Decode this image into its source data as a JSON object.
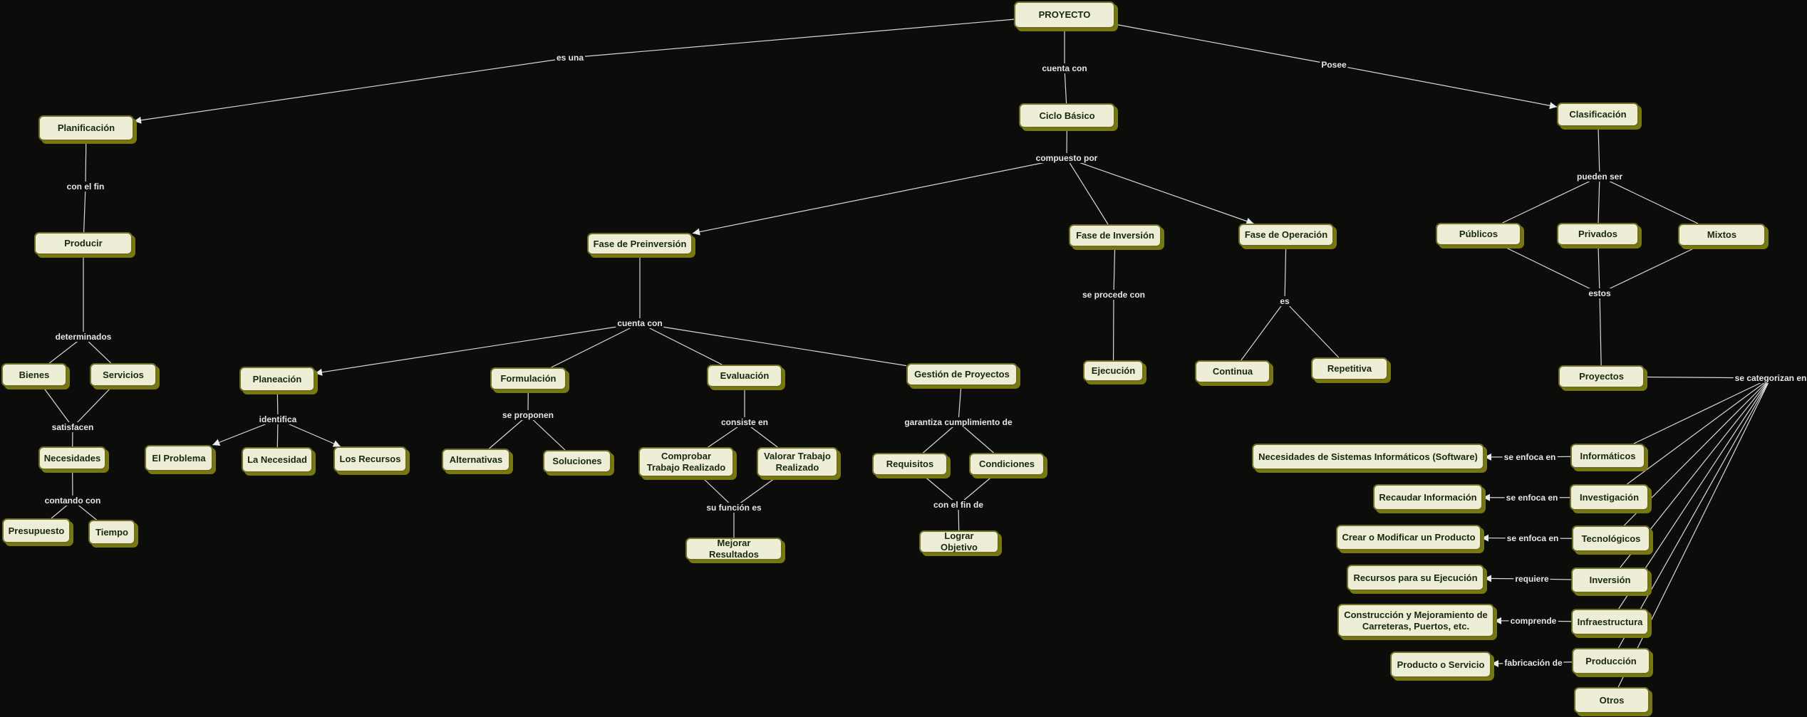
{
  "colors": {
    "background": "#0c0c0a",
    "node_fill": "#eeeed6",
    "node_border": "#6e6e22",
    "node_shadow": "#78780e",
    "node_text": "#17290f",
    "line": "#d8d8d8",
    "link_text": "#e6e6e6"
  },
  "nodes": {
    "proyecto": "PROYECTO",
    "planificacion": "Planificación",
    "producir": "Producir",
    "bienes": "Bienes",
    "servicios": "Servicios",
    "necesidades": "Necesidades",
    "presupuesto": "Presupuesto",
    "tiempo": "Tiempo",
    "ciclo": "Ciclo Básico",
    "clasificacion": "Clasificación",
    "preinversion": "Fase de Preinversión",
    "fase_inversion": "Fase de Inversión",
    "fase_operacion": "Fase de Operación",
    "publicos": "Públicos",
    "privados": "Privados",
    "mixtos": "Mixtos",
    "ejecucion": "Ejecución",
    "continua": "Continua",
    "repetitiva": "Repetitiva",
    "proyectos": "Proyectos",
    "planeacion": "Planeación",
    "formulacion": "Formulación",
    "evaluacion": "Evaluación",
    "gestion": "Gestión de Proyectos",
    "problema": "El Problema",
    "necesidad": "La Necesidad",
    "recursos": "Los Recursos",
    "alternativas": "Alternativas",
    "soluciones": "Soluciones",
    "comprobar": "Comprobar Trabajo Realizado",
    "valorar": "Valorar Trabajo Realizado",
    "mejorar": "Mejorar Resultados",
    "requisitos": "Requisitos",
    "condiciones": "Condiciones",
    "lograr": "Lograr Objetivo",
    "informaticos": "Informáticos",
    "investigacion": "Investigación",
    "tecnologicos": "Tecnológicos",
    "inversion": "Inversión",
    "infraestructura": "Infraestructura",
    "produccion": "Producción",
    "otros": "Otros",
    "t_software": "Necesidades de Sistemas Informáticos (Software)",
    "t_recaudar": "Recaudar Información",
    "t_crear": "Crear o Modificar un Producto",
    "t_recursos": "Recursos para su Ejecución",
    "t_construccion": "Construcción y Mejoramiento de Carreteras, Puertos, etc.",
    "t_producto": "Producto o Servicio"
  },
  "links": {
    "l_es_una": "es una",
    "l_cuenta_con_1": "cuenta con",
    "l_posee": "Posee",
    "l_con_el_fin": "con el fin",
    "l_determinados": "determinados",
    "l_satisfacen": "satisfacen",
    "l_contando_con": "contando con",
    "l_compuesto_por": "compuesto por",
    "l_pueden_ser": "pueden ser",
    "l_cuenta_con_2": "cuenta con",
    "l_se_procede_con": "se procede con",
    "l_es": "es",
    "l_estos": "estos",
    "l_identifica": "identifica",
    "l_se_proponen": "se proponen",
    "l_consiste_en": "consiste en",
    "l_garantiza": "garantiza cumplimiento de",
    "l_su_funcion": "su función es",
    "l_con_el_fin_de": "con el fin de",
    "l_se_categorizan": "se categorizan en",
    "l_enfoca_1": "se enfoca en",
    "l_enfoca_2": "se enfoca en",
    "l_enfoca_3": "se enfoca en",
    "l_requiere": "requiere",
    "l_comprende": "comprende",
    "l_fabricacion": "fabricación de"
  },
  "connections": [
    [
      "proyecto",
      "l_es_una",
      false
    ],
    [
      "l_es_una",
      "planificacion",
      true
    ],
    [
      "proyecto",
      "l_cuenta_con_1",
      false
    ],
    [
      "l_cuenta_con_1",
      "ciclo",
      false
    ],
    [
      "proyecto",
      "l_posee",
      false
    ],
    [
      "l_posee",
      "clasificacion",
      true
    ],
    [
      "planificacion",
      "l_con_el_fin",
      false
    ],
    [
      "l_con_el_fin",
      "producir",
      false
    ],
    [
      "producir",
      "l_determinados",
      false
    ],
    [
      "l_determinados",
      "bienes",
      false
    ],
    [
      "l_determinados",
      "servicios",
      false
    ],
    [
      "bienes",
      "l_satisfacen",
      false
    ],
    [
      "servicios",
      "l_satisfacen",
      false
    ],
    [
      "l_satisfacen",
      "necesidades",
      false
    ],
    [
      "necesidades",
      "l_contando_con",
      false
    ],
    [
      "l_contando_con",
      "presupuesto",
      false
    ],
    [
      "l_contando_con",
      "tiempo",
      false
    ],
    [
      "ciclo",
      "l_compuesto_por",
      false
    ],
    [
      "l_compuesto_por",
      "preinversion",
      true
    ],
    [
      "l_compuesto_por",
      "fase_inversion",
      false
    ],
    [
      "l_compuesto_por",
      "fase_operacion",
      true
    ],
    [
      "clasificacion",
      "l_pueden_ser",
      false
    ],
    [
      "l_pueden_ser",
      "publicos",
      false
    ],
    [
      "l_pueden_ser",
      "privados",
      false
    ],
    [
      "l_pueden_ser",
      "mixtos",
      false
    ],
    [
      "publicos",
      "l_estos",
      false
    ],
    [
      "privados",
      "l_estos",
      false
    ],
    [
      "mixtos",
      "l_estos",
      false
    ],
    [
      "l_estos",
      "proyectos",
      false
    ],
    [
      "preinversion",
      "l_cuenta_con_2",
      false
    ],
    [
      "l_cuenta_con_2",
      "planeacion",
      true
    ],
    [
      "l_cuenta_con_2",
      "formulacion",
      false
    ],
    [
      "l_cuenta_con_2",
      "evaluacion",
      false
    ],
    [
      "l_cuenta_con_2",
      "gestion",
      false
    ],
    [
      "fase_inversion",
      "l_se_procede_con",
      false
    ],
    [
      "l_se_procede_con",
      "ejecucion",
      false
    ],
    [
      "fase_operacion",
      "l_es",
      false
    ],
    [
      "l_es",
      "continua",
      false
    ],
    [
      "l_es",
      "repetitiva",
      false
    ],
    [
      "planeacion",
      "l_identifica",
      false
    ],
    [
      "l_identifica",
      "problema",
      true
    ],
    [
      "l_identifica",
      "necesidad",
      false
    ],
    [
      "l_identifica",
      "recursos",
      true
    ],
    [
      "formulacion",
      "l_se_proponen",
      false
    ],
    [
      "l_se_proponen",
      "alternativas",
      false
    ],
    [
      "l_se_proponen",
      "soluciones",
      false
    ],
    [
      "evaluacion",
      "l_consiste_en",
      false
    ],
    [
      "l_consiste_en",
      "comprobar",
      false
    ],
    [
      "l_consiste_en",
      "valorar",
      false
    ],
    [
      "comprobar",
      "l_su_funcion",
      false
    ],
    [
      "valorar",
      "l_su_funcion",
      false
    ],
    [
      "l_su_funcion",
      "mejorar",
      false
    ],
    [
      "gestion",
      "l_garantiza",
      false
    ],
    [
      "l_garantiza",
      "requisitos",
      false
    ],
    [
      "l_garantiza",
      "condiciones",
      false
    ],
    [
      "requisitos",
      "l_con_el_fin_de",
      false
    ],
    [
      "condiciones",
      "l_con_el_fin_de",
      false
    ],
    [
      "l_con_el_fin_de",
      "lograr",
      false
    ],
    [
      "proyectos",
      "l_se_categorizan",
      false
    ],
    [
      "l_se_categorizan",
      "informaticos",
      false
    ],
    [
      "l_se_categorizan",
      "investigacion",
      false
    ],
    [
      "l_se_categorizan",
      "tecnologicos",
      false
    ],
    [
      "l_se_categorizan",
      "inversion",
      false
    ],
    [
      "l_se_categorizan",
      "infraestructura",
      false
    ],
    [
      "l_se_categorizan",
      "produccion",
      false
    ],
    [
      "l_se_categorizan",
      "otros",
      false
    ],
    [
      "informaticos",
      "l_enfoca_1",
      false
    ],
    [
      "l_enfoca_1",
      "t_software",
      true
    ],
    [
      "investigacion",
      "l_enfoca_2",
      false
    ],
    [
      "l_enfoca_2",
      "t_recaudar",
      true
    ],
    [
      "tecnologicos",
      "l_enfoca_3",
      false
    ],
    [
      "l_enfoca_3",
      "t_crear",
      true
    ],
    [
      "inversion",
      "l_requiere",
      false
    ],
    [
      "l_requiere",
      "t_recursos",
      true
    ],
    [
      "infraestructura",
      "l_comprende",
      false
    ],
    [
      "l_comprende",
      "t_construccion",
      true
    ],
    [
      "produccion",
      "l_fabricacion",
      false
    ],
    [
      "l_fabricacion",
      "t_producto",
      true
    ]
  ]
}
